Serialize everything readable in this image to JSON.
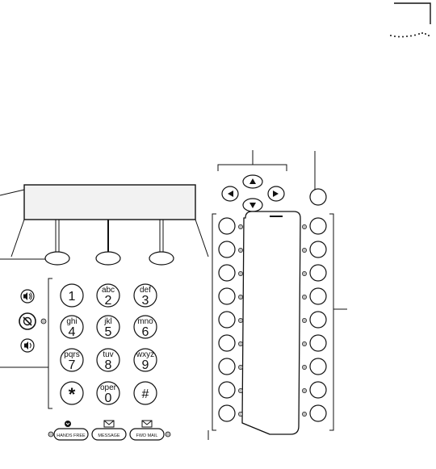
{
  "page": {
    "corner_mark": "corner-bracket-mark",
    "trail_mark": "dotted-trail-mark"
  },
  "keypad": {
    "keys": [
      {
        "id": "1",
        "letters": "",
        "digit": "1"
      },
      {
        "id": "2",
        "letters": "abc",
        "digit": "2"
      },
      {
        "id": "3",
        "letters": "def",
        "digit": "3"
      },
      {
        "id": "4",
        "letters": "ghi",
        "digit": "4"
      },
      {
        "id": "5",
        "letters": "jkl",
        "digit": "5"
      },
      {
        "id": "6",
        "letters": "mno",
        "digit": "6"
      },
      {
        "id": "7",
        "letters": "pqrs",
        "digit": "7"
      },
      {
        "id": "8",
        "letters": "tuv",
        "digit": "8"
      },
      {
        "id": "9",
        "letters": "wxyz",
        "digit": "9"
      },
      {
        "id": "star",
        "letters": "",
        "digit": "*"
      },
      {
        "id": "0",
        "letters": "oper",
        "digit": "0"
      },
      {
        "id": "hash",
        "letters": "",
        "digit": "#"
      }
    ]
  },
  "function_buttons": [
    {
      "id": "hands-free",
      "label": "HANDS FREE",
      "icon": "hands-free-icon"
    },
    {
      "id": "message",
      "label": "MESSAGE",
      "icon": "envelope-icon"
    },
    {
      "id": "fwd-mail",
      "label": "FWD MAIL",
      "icon": "envelope-icon"
    }
  ],
  "side_controls": {
    "volume_up_icon": "volume-up-icon",
    "mute_icon": "mute-icon",
    "volume_down_icon": "volume-down-icon"
  },
  "navigation": {
    "up_icon": "arrow-up-icon",
    "down_icon": "arrow-down-icon",
    "left_icon": "arrow-left-icon",
    "right_icon": "arrow-right-icon"
  },
  "access_buttons": {
    "left_column_count": 9,
    "right_column_count": 9
  },
  "soft_keys": {
    "count": 3
  },
  "colors": {
    "ink": "#111111",
    "led_fill": "#bfbfbf",
    "display_fill": "#f2f2f2"
  }
}
